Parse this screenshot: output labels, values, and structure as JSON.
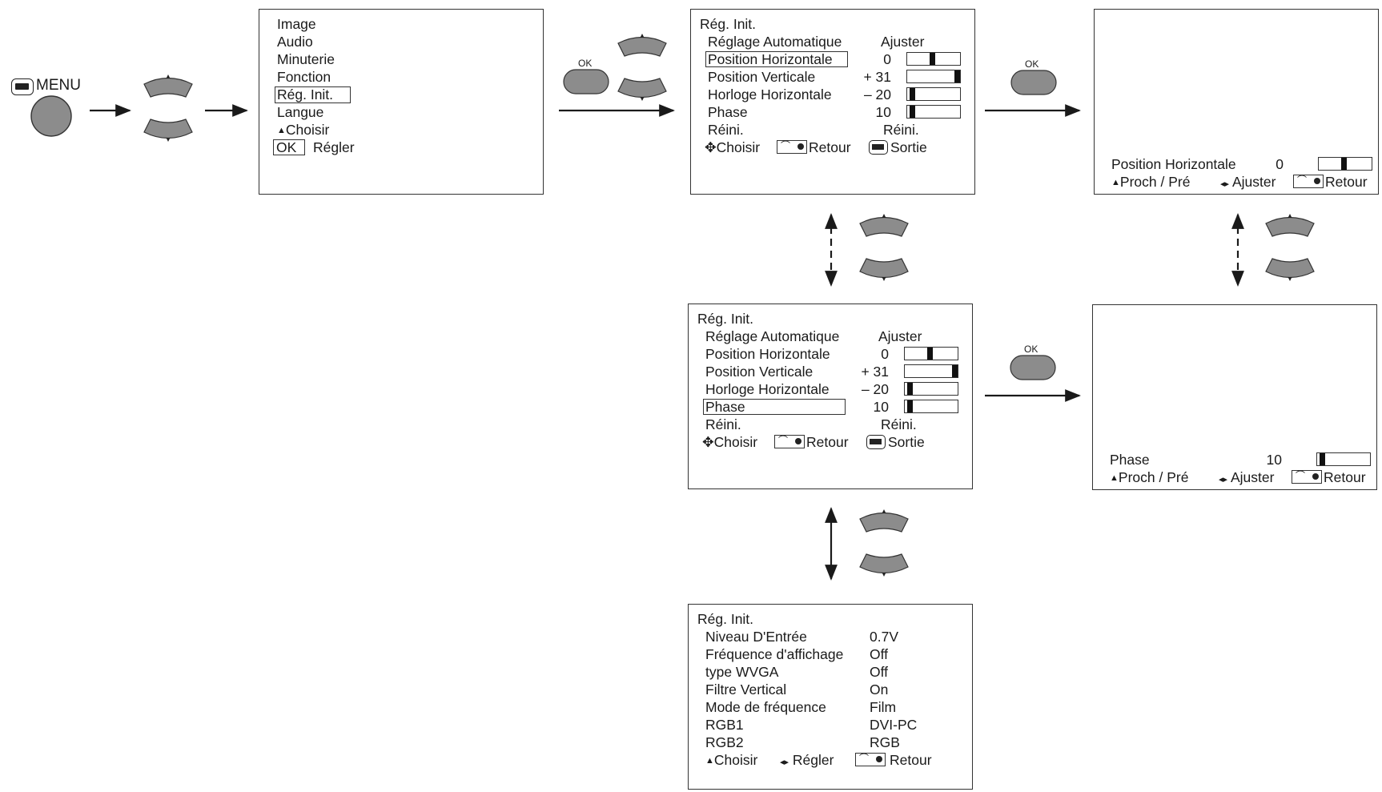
{
  "menu_button": {
    "label": "MENU"
  },
  "ok_label": "OK",
  "main_menu": {
    "items": [
      "Image",
      "Audio",
      "Minuterie",
      "Fonction",
      "Rég. Init.",
      "Langue"
    ],
    "choose": "Choisir",
    "ok_box": "OK",
    "set": "Régler"
  },
  "reg_init": {
    "title": "Rég. Init.",
    "rows": [
      {
        "label": "Réglage Automatique",
        "value": "Ajuster"
      },
      {
        "label": "Position Horizontale",
        "value": "0",
        "level": 0.5
      },
      {
        "label": "Position Verticale",
        "value": "+ 31",
        "level": 1.0
      },
      {
        "label": "Horloge Horizontale",
        "value": "– 20",
        "level": 0.0
      },
      {
        "label": "Phase",
        "value": "10",
        "level": 0.0
      },
      {
        "label": "Réini.",
        "value": "Réini."
      }
    ],
    "footer": {
      "choose": "Choisir",
      "back": "Retour",
      "exit": "Sortie"
    }
  },
  "detail_hpos": {
    "label": "Position Horizontale",
    "value": "0",
    "level": 0.5,
    "nav": "Proch / Pré",
    "adjust": "Ajuster",
    "back": "Retour"
  },
  "detail_phase": {
    "label": "Phase",
    "value": "10",
    "level": 0.0,
    "nav": "Proch / Pré",
    "adjust": "Ajuster",
    "back": "Retour"
  },
  "reg_init_2": {
    "title": "Rég. Init.",
    "rows": [
      {
        "label": "Niveau D'Entrée",
        "value": "0.7V"
      },
      {
        "label": "Fréquence d'affichage",
        "value": "Off"
      },
      {
        "label": "type WVGA",
        "value": "Off"
      },
      {
        "label": "Filtre Vertical",
        "value": "On"
      },
      {
        "label": "Mode de fréquence",
        "value": "Film"
      },
      {
        "label": "RGB1",
        "value": "DVI-PC"
      },
      {
        "label": "RGB2",
        "value": "RGB"
      }
    ],
    "footer": {
      "choose": "Choisir",
      "set": "Régler",
      "back": "Retour"
    }
  },
  "colors": {
    "button_gray": "#8c8c8c",
    "line": "#1a1a1a"
  }
}
